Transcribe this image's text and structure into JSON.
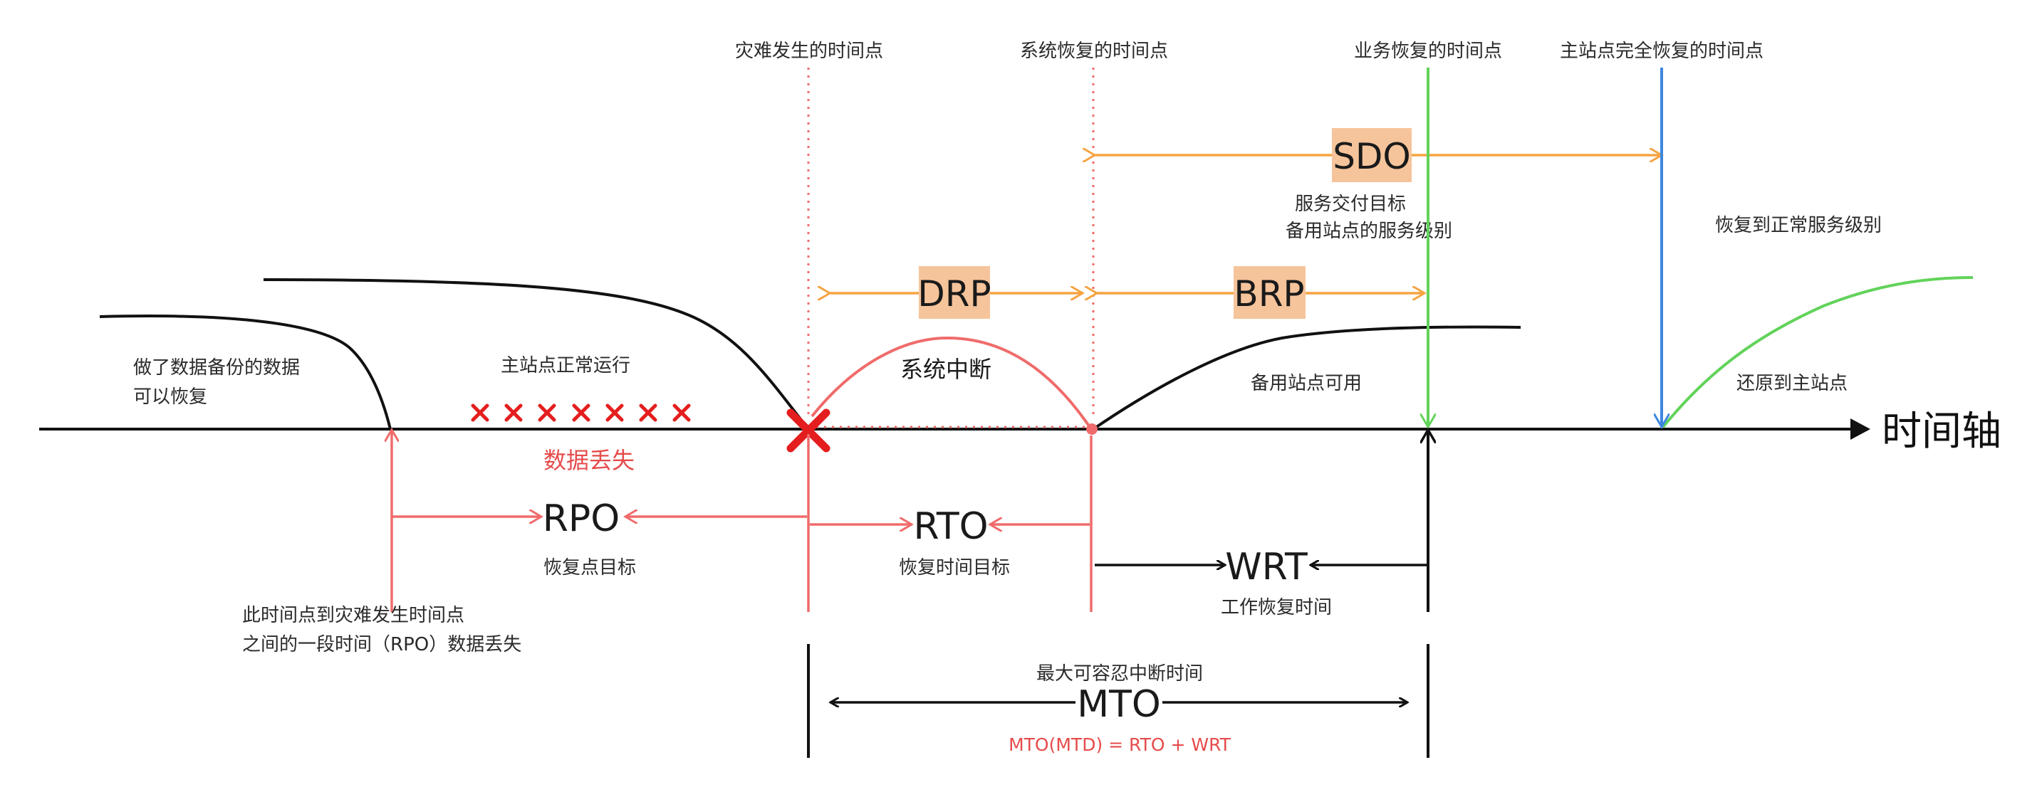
{
  "axis": {
    "label": "时间轴"
  },
  "timepoints": {
    "disaster": "灾难发生的时间点",
    "system_recovery": "系统恢复的时间点",
    "business_recovery": "业务恢复的时间点",
    "primary_full_recovery": "主站点完全恢复的时间点"
  },
  "spans": {
    "sdo": {
      "label": "SDO",
      "desc_line1": "服务交付目标",
      "desc_line2": "备用站点的服务级别"
    },
    "drp": {
      "label": "DRP"
    },
    "brp": {
      "label": "BRP"
    },
    "rpo": {
      "label": "RPO",
      "desc": "恢复点目标"
    },
    "rto": {
      "label": "RTO",
      "desc": "恢复时间目标"
    },
    "wrt": {
      "label": "WRT",
      "desc": "工作恢复时间"
    },
    "mto": {
      "label": "MTO",
      "desc": "最大可容忍中断时间",
      "formula": "MTO(MTD) = RTO + WRT"
    }
  },
  "phases": {
    "backup_line1": "做了数据备份的数据",
    "backup_line2": "可以恢复",
    "primary_running": "主站点正常运行",
    "data_loss": "数据丢失",
    "system_interrupt": "系统中断",
    "backup_site_available": "备用站点可用",
    "restore_primary": "还原到主站点",
    "normal_service": "恢复到正常服务级别"
  },
  "notes": {
    "rpo_line1": "此时间点到灾难发生时间点",
    "rpo_line2": "之间的一段时间（RPO）数据丢失"
  },
  "colors": {
    "axis": "#111111",
    "red": "#f06b6b",
    "orange": "#f5a442",
    "green": "#62d35a",
    "blue": "#3d86e0",
    "tag_bg": "#f6c49b"
  }
}
